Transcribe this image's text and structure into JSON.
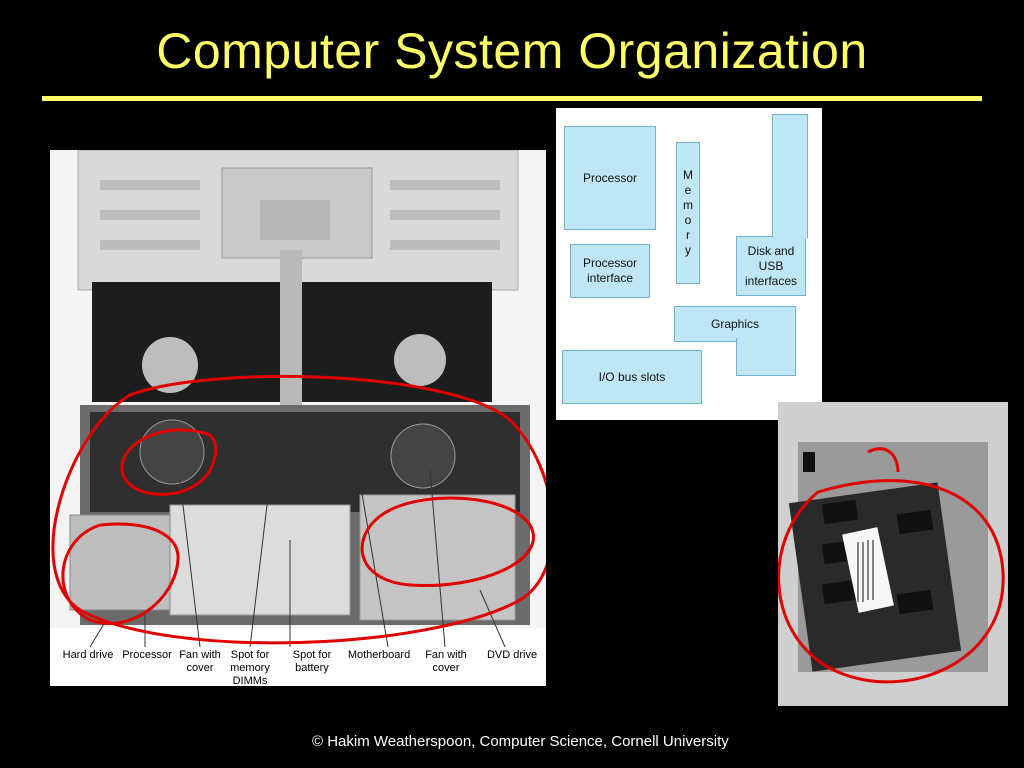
{
  "slide": {
    "title": "Computer System Organization",
    "footer": "© Hakim Weatherspoon, Computer Science, Cornell University"
  },
  "laptop_photo": {
    "captions": {
      "hard_drive": "Hard drive",
      "processor": "Processor",
      "fan_left": "Fan with cover",
      "memory_spot": "Spot for memory DIMMs",
      "battery_spot": "Spot for battery",
      "motherboard": "Motherboard",
      "fan_right": "Fan with cover",
      "dvd": "DVD drive"
    }
  },
  "block_diagram": {
    "processor": "Processor",
    "memory": [
      "M",
      "e",
      "m",
      "o",
      "r",
      "y"
    ],
    "processor_interface": "Processor interface",
    "disk_usb": "Disk and USB interfaces",
    "graphics": "Graphics",
    "io_bus": "I/O bus slots"
  },
  "colors": {
    "title": "#ffff66",
    "annotation": "#e00000",
    "diagram_block": "#bfe6f4"
  }
}
